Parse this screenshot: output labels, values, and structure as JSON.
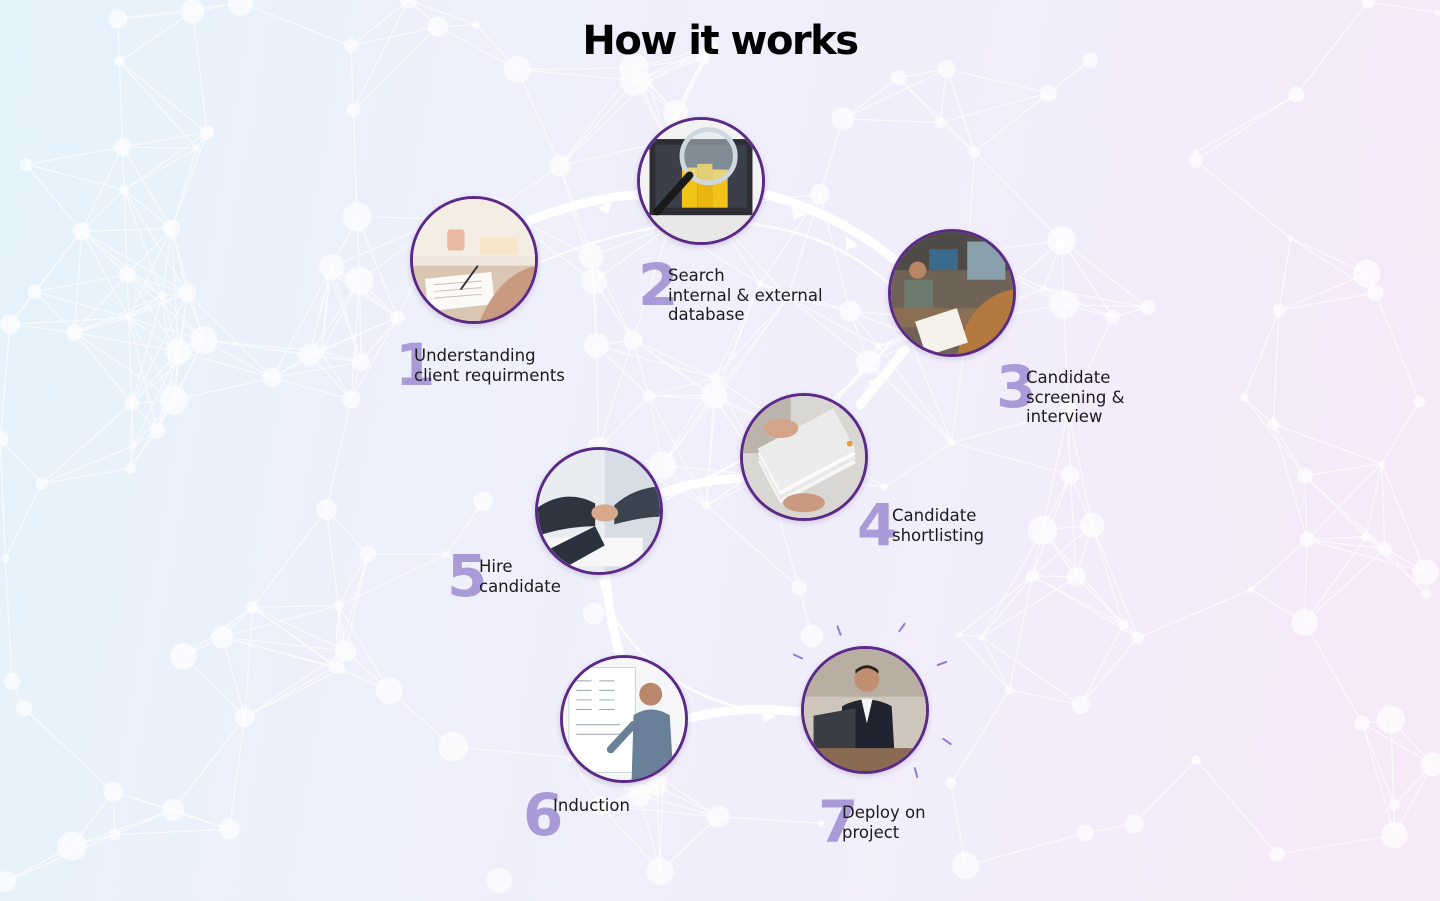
{
  "title": "How it works",
  "colors": {
    "accent_number": "#a99ad8",
    "photo_border": "#5b2a86",
    "text": "#1b1b1b"
  },
  "steps": [
    {
      "number": "1",
      "lines": [
        "Understanding",
        "client requirments"
      ],
      "image": "writing-notes-photo"
    },
    {
      "number": "2",
      "lines": [
        "Search",
        "internal & external",
        "database"
      ],
      "image": "magnifier-folders-photo"
    },
    {
      "number": "3",
      "lines": [
        "Candidate",
        "screening &",
        "interview"
      ],
      "image": "interview-photo"
    },
    {
      "number": "4",
      "lines": [
        "Candidate",
        "shortlisting"
      ],
      "image": "document-stack-photo"
    },
    {
      "number": "5",
      "lines": [
        "Hire",
        "candidate"
      ],
      "image": "handshake-photo"
    },
    {
      "number": "6",
      "lines": [
        "Induction"
      ],
      "image": "whiteboard-presentation-photo"
    },
    {
      "number": "7",
      "lines": [
        "Deploy on",
        "project"
      ],
      "image": "man-at-laptop-photo"
    }
  ]
}
